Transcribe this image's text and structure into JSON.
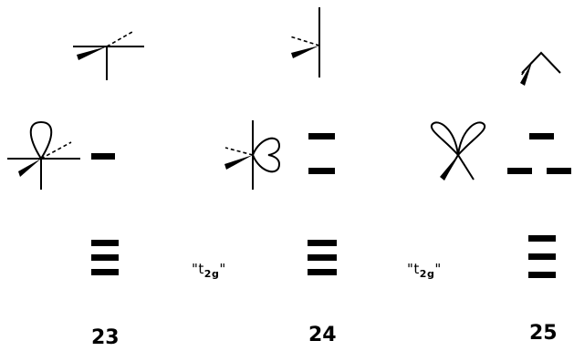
{
  "diagram": {
    "structures": [
      {
        "number": "23",
        "t2g_label": ""
      },
      {
        "number": "24",
        "t2g_label": "\"t2g\""
      },
      {
        "number": "25",
        "t2g_label": "\"t2g\""
      }
    ],
    "t2g_parts": {
      "quote_open": "\"",
      "t": "t",
      "sub": "2g",
      "quote_close": "\""
    },
    "colors": {
      "ink": "#000000",
      "background": "#ffffff"
    }
  }
}
